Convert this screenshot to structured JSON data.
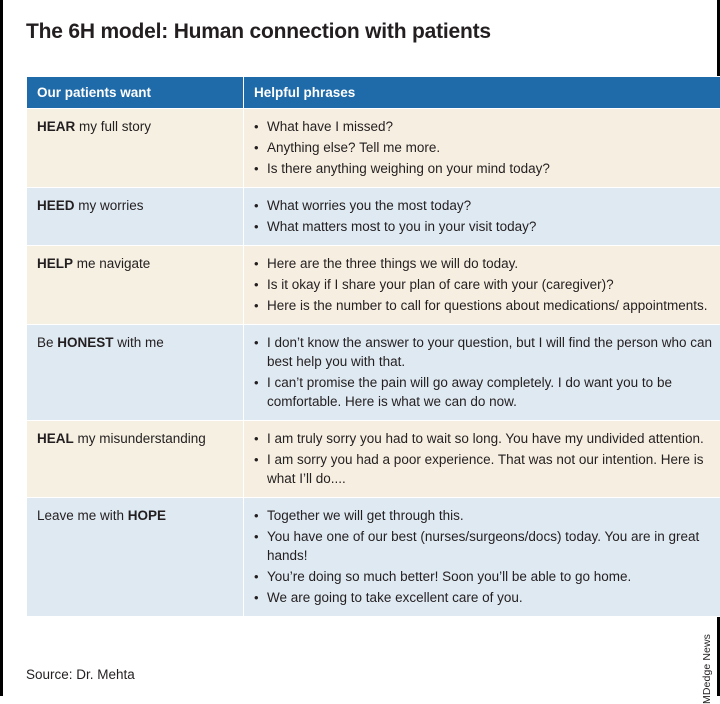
{
  "title": "The 6H model: Human connection with patients",
  "table": {
    "headers": [
      "Our patients want",
      "Helpful phrases"
    ],
    "rows": [
      {
        "want_pre": "",
        "want_bold": "HEAR",
        "want_post": " my full story",
        "phrases": [
          "What have I missed?",
          "Anything else? Tell me more.",
          "Is there anything weighing on your mind today?"
        ]
      },
      {
        "want_pre": "",
        "want_bold": "HEED",
        "want_post": " my worries",
        "phrases": [
          "What worries you the most today?",
          "What matters most to you in your visit today?"
        ]
      },
      {
        "want_pre": "",
        "want_bold": "HELP",
        "want_post": " me navigate",
        "phrases": [
          "Here are the three things we will do today.",
          "Is it okay if I share your plan of care with your (caregiver)?",
          "Here is the number to call for questions about medications/ appointments."
        ]
      },
      {
        "want_pre": "Be ",
        "want_bold": "HONEST",
        "want_post": " with me",
        "phrases": [
          "I don’t know the answer to your question, but I will find the person who can best help you with that.",
          "I can’t promise the pain will go away completely. I do want you to be comfortable. Here is what we can do now."
        ]
      },
      {
        "want_pre": "",
        "want_bold": "HEAL",
        "want_post": " my misunderstanding",
        "phrases": [
          "I am truly sorry you had to wait so long. You have my undivided attention.",
          "I am sorry you had a poor experience. That was not our intention. Here is what I’ll do...."
        ]
      },
      {
        "want_pre": "Leave me with ",
        "want_bold": "HOPE",
        "want_post": "",
        "phrases": [
          "Together we will get through this.",
          "You have one of our best (nurses/surgeons/docs) today. You are in great hands!",
          "You’re doing so much better! Soon you’ll be able to go home.",
          "We are going to take excellent care of you."
        ]
      }
    ]
  },
  "source": "Source: Dr. Mehta",
  "credit": "MDedge News",
  "colors": {
    "header_blue": "#1f6aa8",
    "row_cream": "#f6f0e2",
    "row_blue": "#dfe9f2",
    "text": "#231f20"
  }
}
